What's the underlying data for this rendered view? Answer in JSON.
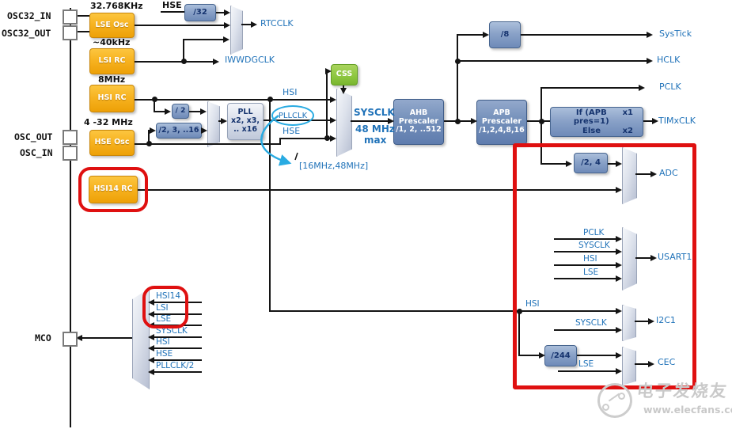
{
  "pins": {
    "osc32_in": "OSC32_IN",
    "osc32_out": "OSC32_OUT",
    "osc_out": "OSC_OUT",
    "osc_in": "OSC_IN",
    "mco": "MCO"
  },
  "osc": {
    "lse": {
      "freq": "32.768KHz",
      "name": "LSE Osc"
    },
    "lsi": {
      "freq": "~40kHz",
      "name": "LSI RC"
    },
    "hsi": {
      "freq": "8MHz",
      "name": "HSI RC"
    },
    "hse": {
      "freq": "4 -32 MHz",
      "name": "HSE Osc"
    },
    "hsi14": {
      "name": "HSI14 RC"
    }
  },
  "rtc": {
    "hse_label": "HSE",
    "divider": "/32",
    "output": "RTCCLK"
  },
  "iwdg": {
    "output": "IWWDGCLK"
  },
  "pll": {
    "div2": "/ 2",
    "prediv": "/2, 3, ..16",
    "name": "PLL",
    "mult1": "x2, x3,",
    "mult2": ".. x16"
  },
  "sys": {
    "in_hsi": "HSI",
    "in_pllclk": "PLLCLK",
    "in_hse": "HSE",
    "css": "CSS",
    "output": "SYSCLK",
    "max1": "48 MHz",
    "max2": "max",
    "range": "[16MHz,48MHz]"
  },
  "pre": {
    "ahb1": "AHB Prescaler",
    "ahb2": "/1, 2, ..512",
    "apb1": "APB",
    "apb2": "Prescaler",
    "apb3": "/1,2,4,8,16",
    "div8": "/8"
  },
  "tim": {
    "cond": "If (APB pres=1)",
    "x1": "x1",
    "else_label": "Else",
    "x2": "x2"
  },
  "out": {
    "systick": "SysTick",
    "hclk": "HCLK",
    "pclk": "PCLK",
    "timxclk": "TIMxCLK",
    "adc": "ADC",
    "usart1": "USART1",
    "i2c1": "I2C1",
    "cec": "CEC"
  },
  "adc": {
    "divider": "/2, 4"
  },
  "usart": {
    "inputs": [
      "PCLK",
      "SYSCLK",
      "HSI",
      "LSE"
    ]
  },
  "i2c": {
    "in_hsi": "HSI",
    "in_sysclk": "SYSCLK"
  },
  "cec": {
    "divider": "/244",
    "in_lse": "LSE"
  },
  "mco": {
    "inputs": [
      "HSI14",
      "LSI",
      "LSE",
      "SYSCLK",
      "HSI",
      "HSE",
      "PLLCLK/2"
    ]
  },
  "watermark": {
    "brand": "电子发烧友",
    "url": "www.elecfans.com"
  },
  "colors": {
    "osc_orange": "#F2A71B",
    "divider_blue": "#7D97C1",
    "prescaler_blue": "#6E8AB8",
    "css_green": "#8CC63F",
    "label_blue": "#2173B9",
    "annotation_red": "#DF1010",
    "annotation_cyan": "#29ABE2",
    "line_black": "#141414"
  }
}
